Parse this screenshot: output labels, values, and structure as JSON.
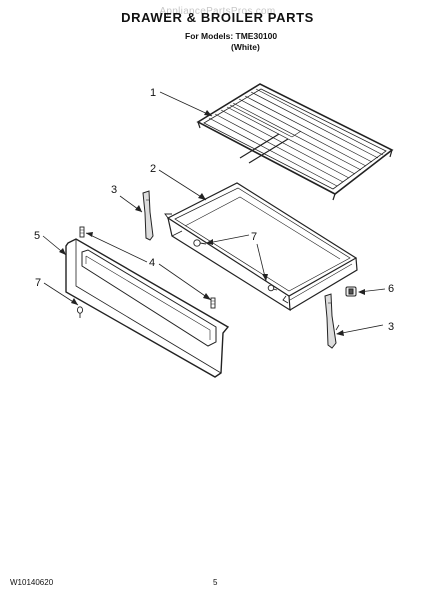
{
  "watermark": "AppliancePartsPros.com",
  "title": "DRAWER & BROILER PARTS",
  "subtitle": {
    "models_line": "For Models: TME30100",
    "color_line": "(White)"
  },
  "callouts": {
    "rack": "1",
    "broiler_pan": "2",
    "pan_support_left": "3",
    "pan_support_right": "3",
    "clip_upper": "4",
    "clip_lower": "4",
    "drawer_front": "5",
    "bumper": "6",
    "screw_pan": "7",
    "screw_front": "7",
    "screw_pan_right": "7"
  },
  "footer": {
    "document_number": "W10140620",
    "page_number": "5"
  }
}
